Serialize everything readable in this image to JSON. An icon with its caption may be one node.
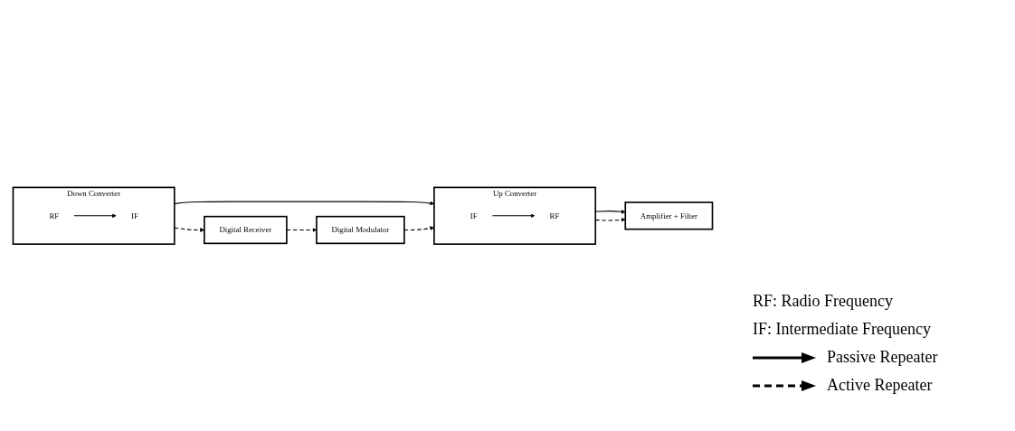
{
  "diagram": {
    "nodes": [
      {
        "text": [
          "Down Converter"
        ]
      },
      {
        "text": [
          "RF"
        ],
        "in": 0
      },
      {
        "text": [
          "IF"
        ],
        "in": 0
      },
      {
        "text": [
          "Up Converter"
        ]
      },
      {
        "text": [
          "IF"
        ],
        "in": 3
      },
      {
        "text": [
          "RF"
        ],
        "in": 3
      },
      {
        "text": [
          "Amplifier + Filter"
        ]
      },
      {
        "text": [
          "Digital Receiver"
        ]
      },
      {
        "text": [
          "Digital Modulator"
        ]
      }
    ],
    "edges": [
      {
        "from": 1,
        "to": 2,
        "arrow": "to"
      },
      {
        "from": 0,
        "to": 3,
        "arrow": "to"
      },
      {
        "from": 4,
        "to": 5,
        "arrow": "to"
      },
      {
        "from": 3,
        "to": 6,
        "arrow": "to"
      },
      {
        "from": 3,
        "to": 6,
        "arrow": "to",
        "style": "dashed"
      },
      {
        "from": 0,
        "to": 7,
        "arrow": "to",
        "style": "dashed"
      },
      {
        "from": 7,
        "to": 8,
        "arrow": "to",
        "style": "dashed"
      },
      {
        "from": 8,
        "to": 3,
        "arrow": "to",
        "style": "dashed"
      }
    ],
    "labels": [
      "RF: Radio Frequency",
      "IF: Intermediate Frequency"
    ],
    "legend": [
      {
        "text": "Passive Repeater"
      },
      {
        "text": "Active Repeater"
      }
    ]
  }
}
